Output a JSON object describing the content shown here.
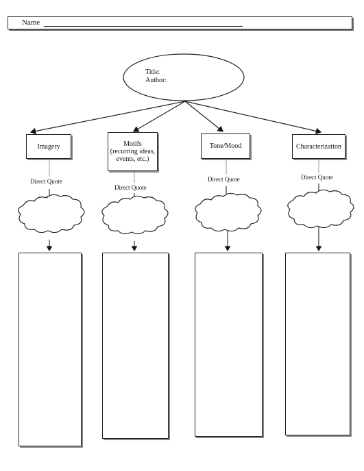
{
  "header": {
    "name_label": "Name"
  },
  "center": {
    "title_label": "Title:",
    "author_label": "Author:"
  },
  "categories": [
    {
      "label": "Imagery",
      "quote_label": "Direct Quote"
    },
    {
      "label": "Motifs (recurring ideas, events, etc.)",
      "quote_label": "Direct Quote"
    },
    {
      "label": "Tone/Mood",
      "quote_label": "Direct Quote"
    },
    {
      "label": "Characterization",
      "quote_label": "Direct Quote"
    }
  ]
}
